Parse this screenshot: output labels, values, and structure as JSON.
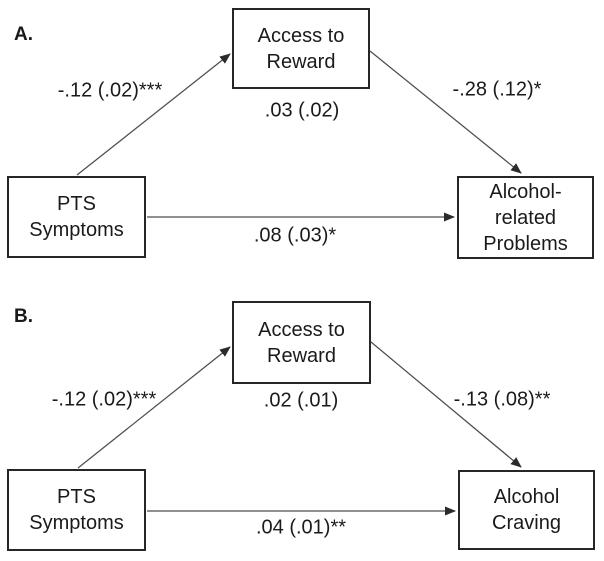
{
  "figure": {
    "type": "mediation-path-diagram",
    "colors": {
      "background": "#ffffff",
      "box_border": "#262626",
      "arrow_line": "#4d4d4d",
      "text": "#1a1a1a"
    },
    "panels": [
      {
        "label": "A.",
        "predictor": "PTS\nSymptoms",
        "mediator": "Access to\nReward",
        "outcome": "Alcohol-\nrelated\nProblems",
        "a_path_label": "-.12 (.02)***",
        "b_path_label": "-.28 (.12)*",
        "mediated_label": ".03 (.02)",
        "direct_label": ".08 (.03)*"
      },
      {
        "label": "B.",
        "predictor": "PTS\nSymptoms",
        "mediator": "Access to\nReward",
        "outcome": "Alcohol\nCraving",
        "a_path_label": "-.12 (.02)***",
        "b_path_label": "-.13 (.08)**",
        "mediated_label": ".02 (.01)",
        "direct_label": ".04 (.01)**"
      }
    ]
  }
}
